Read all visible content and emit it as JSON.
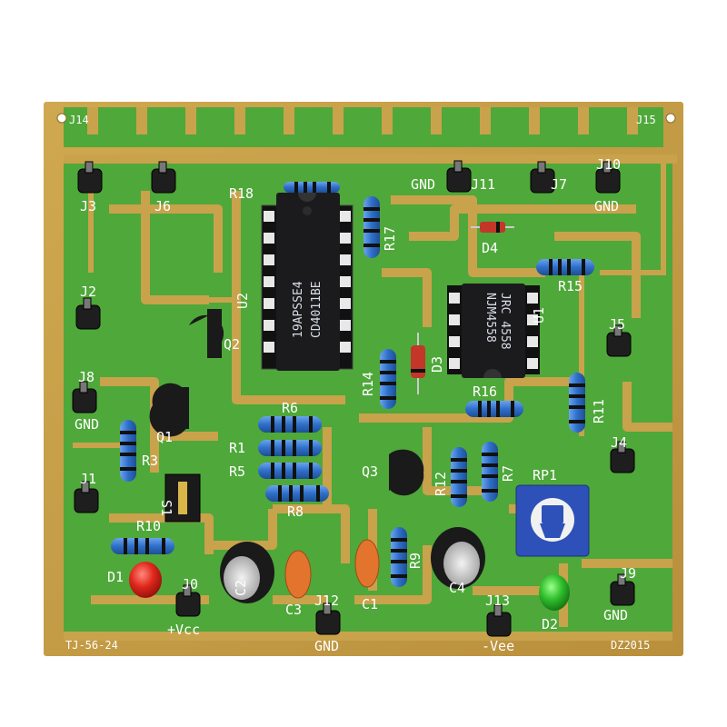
{
  "board": {
    "corner_labels": {
      "top_left": "J14",
      "top_right": "J15",
      "bottom_left": "TJ-56-24",
      "bottom_right": "DZ2015"
    },
    "jumpers": {
      "j3": "J3",
      "j6": "J6",
      "j2": "J2",
      "j8": "J8",
      "j8_sub": "GND",
      "j1": "J1",
      "j0": "J0",
      "j0_sub": "+Vcc",
      "j12": "J12",
      "j12_sub": "GND",
      "j13": "J13",
      "j13_sub": "-Vee",
      "j9": "J9",
      "j9_sub": "GND",
      "j4": "J4",
      "j5": "J5",
      "j10": "J10",
      "j10_sub": "GND",
      "j11": "J11",
      "j11_pre": "GND",
      "j7": "J7"
    },
    "components": {
      "r18": "R18",
      "r17": "R17",
      "u2": "U2",
      "q2": "Q2",
      "q1": "Q1",
      "d4": "D4",
      "r15": "R15",
      "u1": "U1",
      "d3": "D3",
      "r14": "R14",
      "r16": "R16",
      "r11": "R11",
      "r6": "R6",
      "r1": "R1",
      "r5": "R5",
      "r8": "R8",
      "r3": "R3",
      "q3": "Q3",
      "r12": "R12",
      "r7": "R7",
      "rp1": "RP1",
      "s1": "S1",
      "r10": "R10",
      "d1": "D1",
      "c3": "C3",
      "c2": "C2",
      "c1": "C1",
      "r9": "R9",
      "c4": "C4",
      "d2": "D2"
    },
    "chip_markings": {
      "u2_line1": "19APSSE4",
      "u2_line2": "CD4011BE",
      "u1_line1": "JRC 4558",
      "u1_line2": "NJM4558"
    },
    "colors": {
      "board_base": "#c9a24c",
      "copper_green": "#4fa83a",
      "solder_mask": "#3d9a37",
      "silkscreen": "#ffffff",
      "chip_body": "#1b1b1d",
      "resistor_body": "#2f6fc9",
      "led_red": "#e0271c",
      "led_green": "#2fbf2c",
      "capacitor_orange": "#e2742d"
    }
  }
}
